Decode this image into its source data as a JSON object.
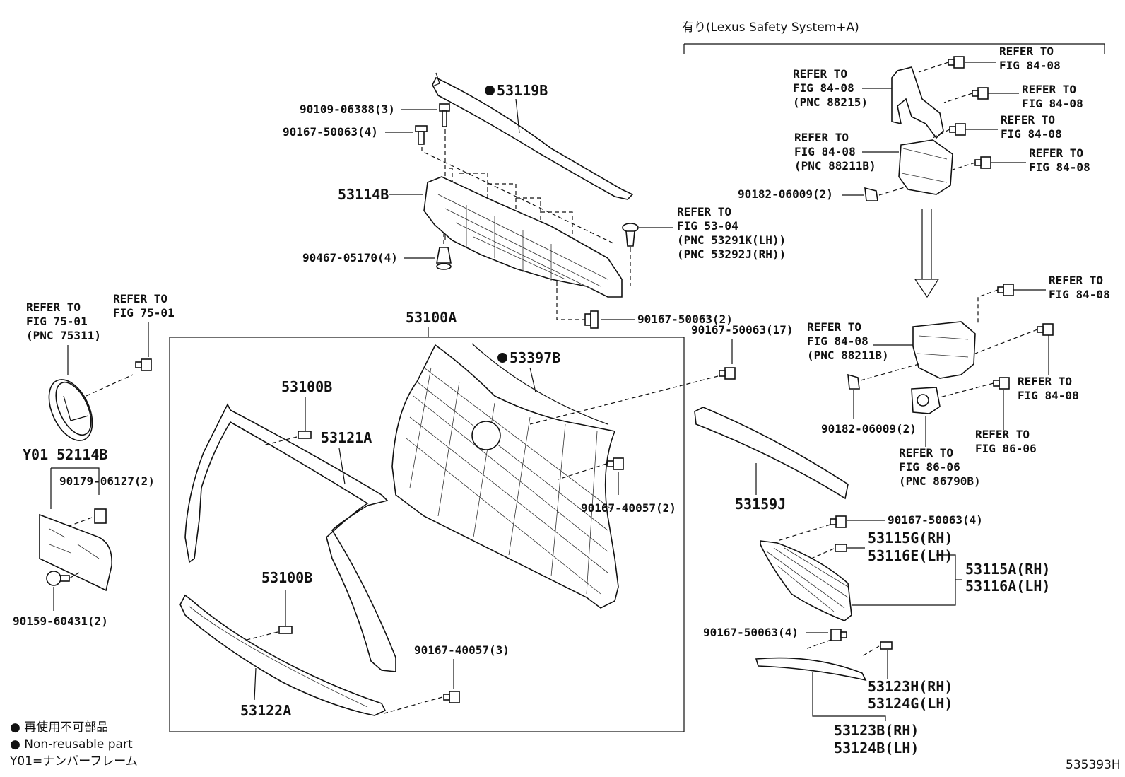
{
  "header": {
    "system_label": "有り(Lexus Safety System+A)"
  },
  "labels": {
    "p53119B": "53119B",
    "p90109": "90109-06388(3)",
    "p90167_4a": "90167-50063(4)",
    "p53114B": "53114B",
    "p90467": "90467-05170(4)",
    "ref53_04_1": "REFER TO",
    "ref53_04_2": "FIG 53-04",
    "ref53_04_3": "(PNC 53291K(LH))",
    "ref53_04_4": "(PNC 53292J(RH))",
    "p90167_2a": "90167-50063(2)",
    "p53100A": "53100A",
    "p53397B": "53397B",
    "p90167_17": "90167-50063(17)",
    "p53100B_a": "53100B",
    "p53121A": "53121A",
    "p90167_40057_2": "90167-40057(2)",
    "p53100B_b": "53100B",
    "p90167_40057_3": "90167-40057(3)",
    "p53122A": "53122A",
    "p53159J": "53159J",
    "ref75a_1": "REFER TO",
    "ref75a_2": "FIG 75-01",
    "ref75a_3": "(PNC 75311)",
    "ref75b_1": "REFER TO",
    "ref75b_2": "FIG 75-01",
    "p52114B": "Y01 52114B",
    "p90179": "90179-06127(2)",
    "p90159": "90159-60431(2)",
    "r1_1": "REFER TO",
    "r1_2": "FIG 84-08",
    "r2_1": "REFER TO",
    "r2_2": "FIG 84-08",
    "r2_3": "(PNC 88215)",
    "r3_1": "REFER TO",
    "r3_2": "FIG 84-08",
    "r4_1": "REFER TO",
    "r4_2": "FIG 84-08",
    "r5_1": "REFER TO",
    "r5_2": "FIG 84-08",
    "r5_3": "(PNC 88211B)",
    "r6_1": "REFER TO",
    "r6_2": "FIG 84-08",
    "p90182_a": "90182-06009(2)",
    "r7_1": "REFER TO",
    "r7_2": "FIG 84-08",
    "r8_1": "REFER TO",
    "r8_2": "FIG 84-08",
    "r8_3": "(PNC 88211B)",
    "r9_1": "REFER TO",
    "r9_2": "FIG 84-08",
    "p90182_b": "90182-06009(2)",
    "r10_1": "REFER TO",
    "r10_2": "FIG 86-06",
    "r11_1": "REFER TO",
    "r11_2": "FIG 86-06",
    "r11_3": "(PNC 86790B)",
    "p90167_4b": "90167-50063(4)",
    "p53115G": "53115G(RH)",
    "p53116E": "53116E(LH)",
    "p53115A": "53115A(RH)",
    "p53116A": "53116A(LH)",
    "p90167_4c": "90167-50063(4)",
    "p53123H": "53123H(RH)",
    "p53124G": "53124G(LH)",
    "p53123B": "53123B(RH)",
    "p53124B": "53124B(LH)"
  },
  "legend": {
    "line1": "● 再使用不可部品",
    "line2": "● Non-reusable part",
    "line3": "Y01=ナンバーフレーム"
  },
  "footer": {
    "code": "535393H"
  }
}
